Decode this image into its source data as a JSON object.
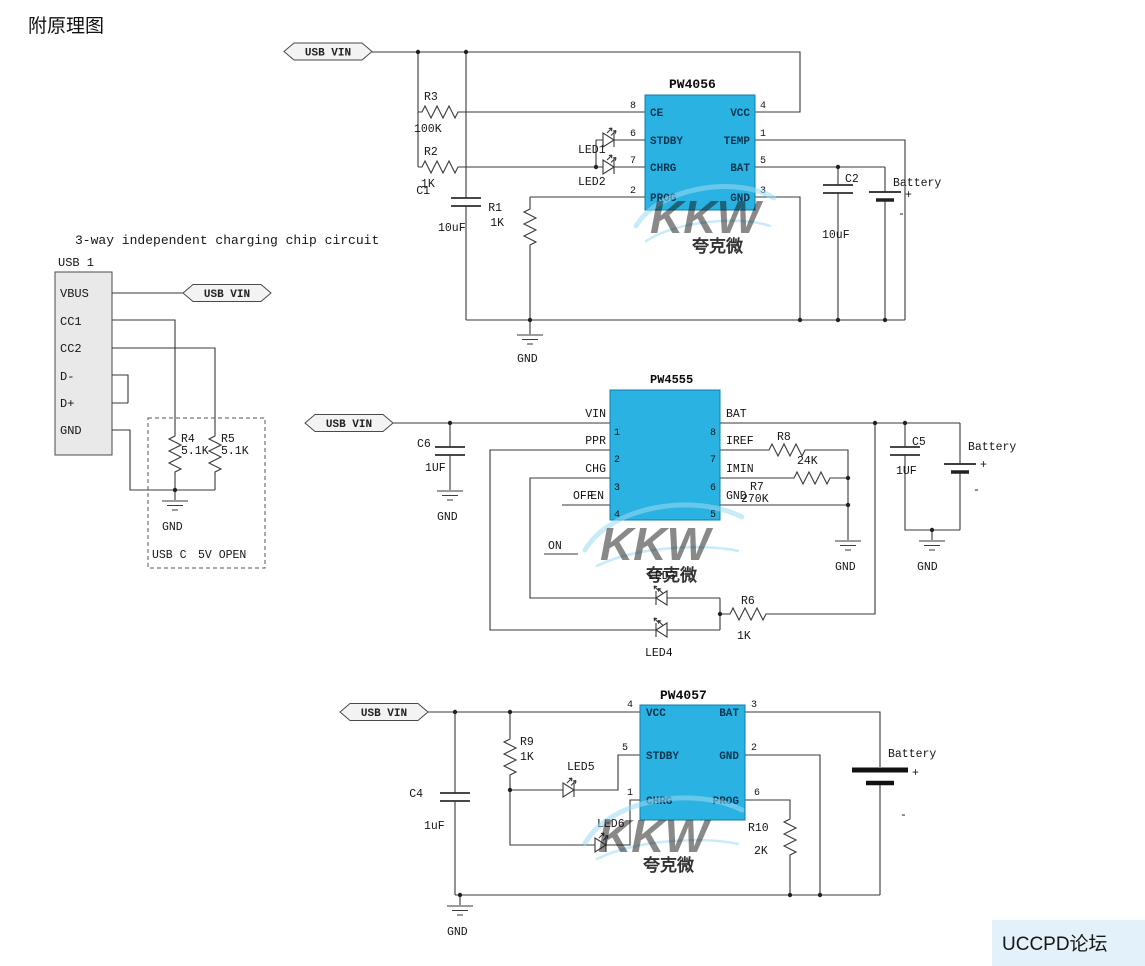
{
  "title": "附原理图",
  "caption": "3-way independent charging chip circuit",
  "net": {
    "usb_vin": "USB VIN",
    "gnd": "GND",
    "on": "ON",
    "off": "OFF"
  },
  "watermark": {
    "brand": "KKW",
    "cjk": "夸克微"
  },
  "footer": {
    "text": "UCCPD论坛"
  },
  "colors": {
    "chip_fill": "#29b2e2",
    "watermark": "#3eb7e8",
    "watermark_dark": "#1f97d2",
    "footer_text": "#a9d9f1",
    "footer_bg": "#e2f1fa"
  },
  "usb": {
    "name": "USB 1",
    "pins": [
      "VBUS",
      "CC1",
      "CC2",
      "D-",
      "D+",
      "GND"
    ],
    "r4": {
      "ref": "R4",
      "val": "5.1K"
    },
    "r5": {
      "ref": "R5",
      "val": "5.1K"
    },
    "note": "USB C",
    "note2": "5V OPEN"
  },
  "c1": {
    "chip": "PW4056",
    "left": [
      {
        "n": "8",
        "name": "CE"
      },
      {
        "n": "6",
        "name": "STDBY"
      },
      {
        "n": "7",
        "name": "CHRG"
      },
      {
        "n": "2",
        "name": "PROG"
      }
    ],
    "right": [
      {
        "n": "4",
        "name": "VCC"
      },
      {
        "n": "1",
        "name": "TEMP"
      },
      {
        "n": "5",
        "name": "BAT"
      },
      {
        "n": "3",
        "name": "GND"
      }
    ],
    "r3": {
      "ref": "R3",
      "val": "100K"
    },
    "r2": {
      "ref": "R2",
      "val": "1K"
    },
    "r1": {
      "ref": "R1",
      "val": "1K"
    },
    "cin": {
      "ref": "C1",
      "val": "10uF"
    },
    "cout": {
      "ref": "C2",
      "val": "10uF"
    },
    "led1": "LED1",
    "led2": "LED2",
    "bat": {
      "label": "Battery",
      "plus": "+",
      "minus": "-"
    }
  },
  "c2": {
    "chip": "PW4555",
    "left": [
      {
        "n": "1",
        "name": "VIN"
      },
      {
        "n": "2",
        "name": "PPR"
      },
      {
        "n": "3",
        "name": "CHG"
      },
      {
        "n": "4",
        "name": "EN"
      }
    ],
    "right": [
      {
        "n": "8",
        "name": "BAT"
      },
      {
        "n": "7",
        "name": "IREF"
      },
      {
        "n": "6",
        "name": "IMIN"
      },
      {
        "n": "5",
        "name": "GND"
      }
    ],
    "cin": {
      "ref": "C6",
      "val": "1UF"
    },
    "cout": {
      "ref": "C5",
      "val": "1UF"
    },
    "r8": {
      "ref": "R8",
      "val": "24K"
    },
    "r7": {
      "ref": "R7",
      "val": "270K"
    },
    "r6": {
      "ref": "R6",
      "val": "1K"
    },
    "led3": "LED3",
    "led4": "LED4",
    "bat": {
      "label": "Battery",
      "plus": "+",
      "minus": "-"
    }
  },
  "c3": {
    "chip": "PW4057",
    "left": [
      {
        "n": "4",
        "name": "VCC"
      },
      {
        "n": "5",
        "name": "STDBY"
      },
      {
        "n": "1",
        "name": "CHRG"
      }
    ],
    "right": [
      {
        "n": "3",
        "name": "BAT"
      },
      {
        "n": "2",
        "name": "GND"
      },
      {
        "n": "6",
        "name": "PROG"
      }
    ],
    "r9": {
      "ref": "R9",
      "val": "1K"
    },
    "r10": {
      "ref": "R10",
      "val": "2K"
    },
    "cin": {
      "ref": "C4",
      "val": "1uF"
    },
    "led5": "LED5",
    "led6": "LED6",
    "bat": {
      "label": "Battery",
      "plus": "+",
      "minus": "-"
    }
  }
}
